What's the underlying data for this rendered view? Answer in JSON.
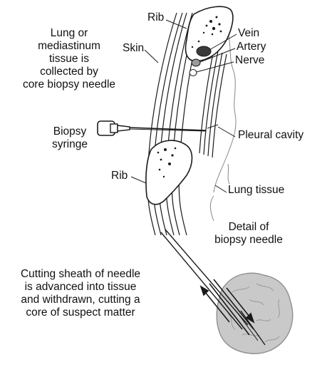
{
  "labels": {
    "intro": "Lung or\nmediastinum\ntissue is\ncollected by\ncore biopsy needle",
    "rib_top": "Rib",
    "skin": "Skin",
    "vein": "Vein",
    "artery": "Artery",
    "nerve": "Nerve",
    "biopsy_syringe": "Biopsy\nsyringe",
    "pleural_cavity": "Pleural cavity",
    "rib_bottom": "Rib",
    "lung_tissue": "Lung tissue",
    "detail": "Detail of\nbiopsy needle",
    "cutting_sheath": "Cutting sheath of needle\nis advanced into tissue\nand withdrawn, cutting a\ncore of suspect matter"
  },
  "colors": {
    "line": "#1a1a1a",
    "tissue_fill": "#c9c9c9",
    "tissue_dark": "#8f8f8f",
    "vein_fill": "#3a3a3a",
    "artery_fill": "#9a9a9a"
  }
}
